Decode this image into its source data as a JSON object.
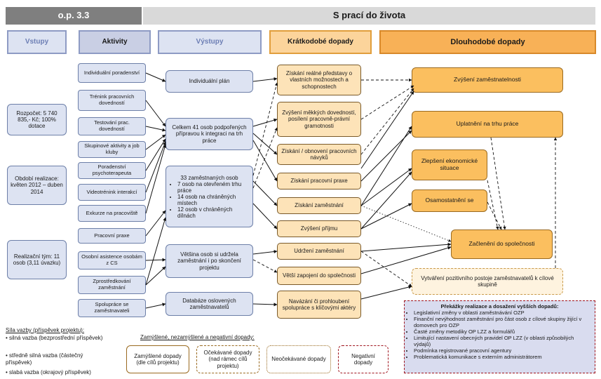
{
  "header": {
    "left_label": "o.p. 3.3",
    "title": "S prací do života"
  },
  "columns": {
    "inputs": "Vstupy",
    "activities": "Aktivity",
    "outputs": "Výstupy",
    "short_term": "Krátkodobé dopady",
    "long_term": "Dlouhodobé dopady"
  },
  "inputs": [
    "Rozpočet: 5 740 835,- Kč; 100% dotace",
    "Období realizace: květen 2012 – duben 2014",
    "Realizační tým: 11 osob (3,11 úvazku)"
  ],
  "activities": [
    "Individuální poradenství",
    "Trénink pracovních dovedností",
    "Testování prac. dovedností",
    "Skupinové aktivity a job kluby",
    "Poradenství psychoterapeuta",
    "Videotrénink interakcí",
    "Exkurze na pracoviště",
    "Pracovní praxe",
    "Osobní asistence osobám z CS",
    "Zprostředkování zaměstnání",
    "Spolupráce se zaměstnavateli"
  ],
  "outputs": {
    "o1": "Individuální plán",
    "o2": "Celkem 41 osob podpořených přípravou k integraci na trh práce",
    "o3_title": "33 zaměstnaných osob",
    "o3_items": [
      "7 osob na otevřeném trhu práce",
      "14 osob na chráněných místech",
      "12 osob v chráněných dílnách"
    ],
    "o4": "Většina osob si udržela zaměstnání i po skončení projektu",
    "o5": "Databáze oslovených zaměstnavatelů"
  },
  "short_term": [
    "Získání reálné představy o vlastních možnostech a schopnostech",
    "Zvýšení měkkých dovedností, posílení pracovně-právní gramotnosti",
    "Získání / obnovení pracovních návyků",
    "Získání pracovní praxe",
    "Získání zaměstnání",
    "Zvýšení příjmu",
    "Udržení zaměstnání",
    "Větší zapojení do společnosti",
    "Navázání či prohloubení spolupráce s klíčovými aktéry"
  ],
  "long_term": [
    "Zvýšení zaměstnatelnosti",
    "Uplatnění na trhu práce",
    "Zlepšení ekonomické situace",
    "Osamostatnění se",
    "Začlenění do společnosti",
    "Vytváření pozitivního postoje zaměstnavatelů k cílové skupině"
  ],
  "barriers": {
    "title": "Překážky realizace a dosažení vyšších dopadů:",
    "items": [
      "Legislativní změny v oblasti zaměstnávání OZP",
      "Finanční nevýhodnost zaměstnání pro část osob z cílové skupiny žijící v domovech pro OZP",
      "Časté změny metodiky OP LZZ a formulářů",
      "Limitující nastavení obecných pravidel OP LZZ (v oblasti způsobilých výdajů)",
      "Podmínka registrované pracovní agentury",
      "Problematická komunikace s externím administrátorem"
    ]
  },
  "legend": {
    "strength_title": "Síla vazby (příspěvek projektu):",
    "strong": "silná vazba (bezprostřední příspěvek)",
    "medium": "středně silná vazba (částečný příspěvek)",
    "weak": "slabá vazba (okrajový příspěvek)",
    "types_title": "Zamýšlené, nezamýšlené a negativní dopady:",
    "intended": "Zamýšlené dopady (dle cílů projektu)",
    "expected": "Očekávané dopady (nad rámec cílů projektu)",
    "unexpected": "Neočekávané dopady",
    "negative": "Negativní dopady"
  },
  "colors": {
    "header_dark": "#7f7f7f",
    "header_light": "#d9d9d9",
    "blue_fill": "#dde3f2",
    "blue_border": "#6d7fa8",
    "orange_light": "#fde3b8",
    "orange_dark": "#fbbf5f",
    "negative_border": "#a0141e"
  }
}
